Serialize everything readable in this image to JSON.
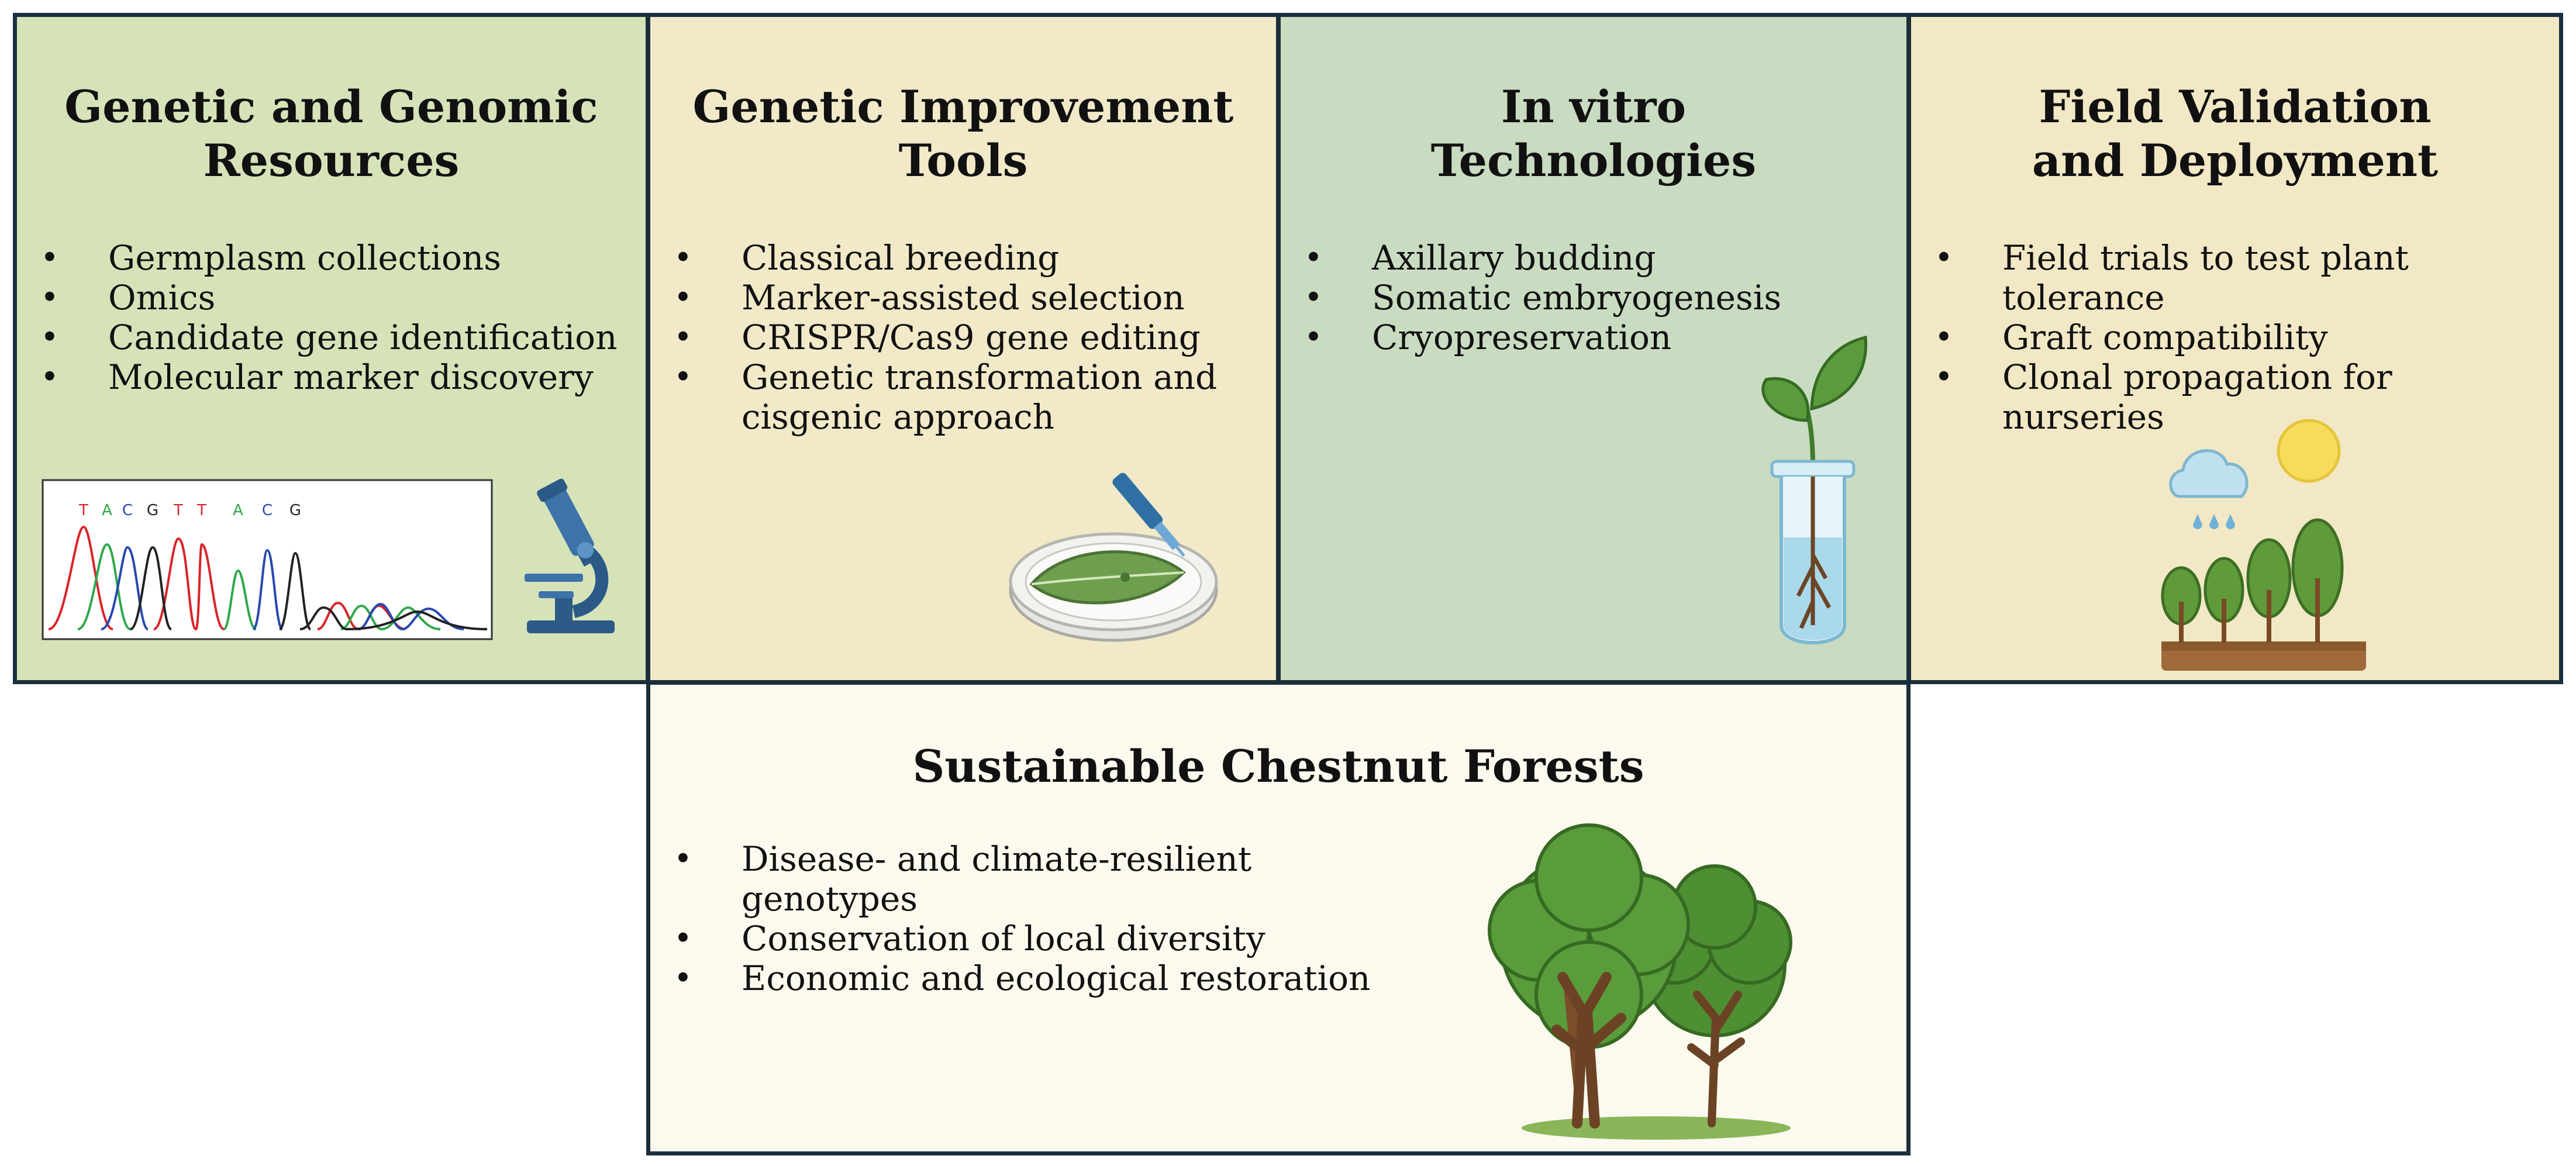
{
  "panels": [
    {
      "title_lines": [
        "Genetic and Genomic",
        "Resources"
      ],
      "color": "#d6e3b9",
      "items": [
        "Germplasm collections",
        "Omics",
        "Candidate gene identification",
        "Molecular marker discovery"
      ],
      "icons": [
        "dna-chromatogram-image",
        "microscope-icon"
      ],
      "sequence_letters": [
        "T",
        "A",
        "C",
        "G",
        "T",
        "T",
        "A",
        "C",
        "G"
      ]
    },
    {
      "title_lines": [
        "Genetic Improvement",
        "Tools"
      ],
      "color": "#f1e9c8",
      "items": [
        "Classical breeding",
        "Marker-assisted selection",
        "CRISPR/Cas9 gene editing",
        "Genetic transformation and cisgenic approach"
      ],
      "icons": [
        "petri-dish-leaf-dropper-icon"
      ]
    },
    {
      "title_lines": [
        "In vitro",
        "Technologies"
      ],
      "color": "#c9dcc1",
      "items": [
        "Axillary budding",
        "Somatic embryogenesis",
        "Cryopreservation"
      ],
      "icons": [
        "test-tube-plantlet-icon"
      ]
    },
    {
      "title_lines": [
        "Field Validation",
        "and Deployment"
      ],
      "color": "#f2e8c5",
      "items": [
        "Field trials to test plant tolerance",
        "Graft compatibility",
        "Clonal propagation for nurseries"
      ],
      "icons": [
        "sun-cloud-rain-trees-icon"
      ]
    }
  ],
  "outcome": {
    "title": "Sustainable Chestnut Forests",
    "color": "#fcf9ee",
    "items": [
      "Disease- and climate-resilient genotypes",
      "Conservation of local diversity",
      "Economic and ecological restoration"
    ],
    "icons": [
      "chestnut-trees-icon"
    ]
  }
}
